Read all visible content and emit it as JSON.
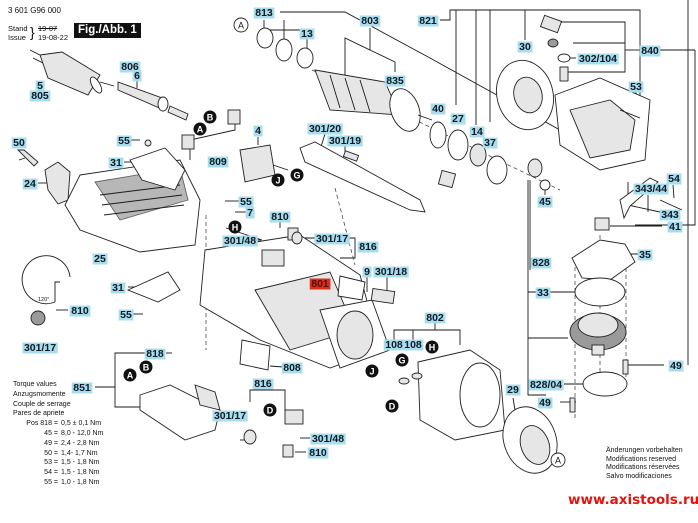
{
  "header": {
    "part_number": "3 601 G96 000",
    "stand_label": "Stand",
    "issue_label": "Issue",
    "stand_value": "19-07",
    "issue_value": "19-08-22",
    "figure_label": "Fig./Abb. 1"
  },
  "callouts": [
    {
      "id": "813",
      "text": "813"
    },
    {
      "id": "13",
      "text": "13"
    },
    {
      "id": "803",
      "text": "803"
    },
    {
      "id": "835",
      "text": "835"
    },
    {
      "id": "821",
      "text": "821"
    },
    {
      "id": "30",
      "text": "30"
    },
    {
      "id": "840",
      "text": "840"
    },
    {
      "id": "302-104",
      "text": "302/104"
    },
    {
      "id": "53",
      "text": "53"
    },
    {
      "id": "40",
      "text": "40"
    },
    {
      "id": "27",
      "text": "27"
    },
    {
      "id": "14",
      "text": "14"
    },
    {
      "id": "37",
      "text": "37"
    },
    {
      "id": "45",
      "text": "45"
    },
    {
      "id": "343-44",
      "text": "343/44"
    },
    {
      "id": "54",
      "text": "54"
    },
    {
      "id": "343",
      "text": "343"
    },
    {
      "id": "41",
      "text": "41"
    },
    {
      "id": "35",
      "text": "35"
    },
    {
      "id": "828",
      "text": "828"
    },
    {
      "id": "33",
      "text": "33"
    },
    {
      "id": "49a",
      "text": "49"
    },
    {
      "id": "828-04",
      "text": "828/04"
    },
    {
      "id": "49b",
      "text": "49"
    },
    {
      "id": "29",
      "text": "29"
    },
    {
      "id": "806",
      "text": "806"
    },
    {
      "id": "6",
      "text": "6"
    },
    {
      "id": "5",
      "text": "5"
    },
    {
      "id": "805",
      "text": "805"
    },
    {
      "id": "50",
      "text": "50"
    },
    {
      "id": "55a",
      "text": "55"
    },
    {
      "id": "31a",
      "text": "31"
    },
    {
      "id": "24",
      "text": "24"
    },
    {
      "id": "809",
      "text": "809"
    },
    {
      "id": "4",
      "text": "4"
    },
    {
      "id": "301-20",
      "text": "301/20"
    },
    {
      "id": "301-19",
      "text": "301/19"
    },
    {
      "id": "55b",
      "text": "55"
    },
    {
      "id": "7",
      "text": "7"
    },
    {
      "id": "810a",
      "text": "810"
    },
    {
      "id": "301-48a",
      "text": "301/48"
    },
    {
      "id": "301-17a",
      "text": "301/17"
    },
    {
      "id": "816a",
      "text": "816"
    },
    {
      "id": "25",
      "text": "25"
    },
    {
      "id": "9",
      "text": "9"
    },
    {
      "id": "301-18",
      "text": "301/18"
    },
    {
      "id": "801",
      "text": "801",
      "highlight": true
    },
    {
      "id": "31b",
      "text": "31"
    },
    {
      "id": "55c",
      "text": "55"
    },
    {
      "id": "810b",
      "text": "810"
    },
    {
      "id": "301-17b",
      "text": "301/17"
    },
    {
      "id": "802",
      "text": "802"
    },
    {
      "id": "108a",
      "text": "108"
    },
    {
      "id": "108b",
      "text": "108"
    },
    {
      "id": "818",
      "text": "818"
    },
    {
      "id": "851",
      "text": "851"
    },
    {
      "id": "808",
      "text": "808"
    },
    {
      "id": "816b",
      "text": "816"
    },
    {
      "id": "301-17c",
      "text": "301/17"
    },
    {
      "id": "301-48b",
      "text": "301/48"
    },
    {
      "id": "810c",
      "text": "810"
    }
  ],
  "reference_markers": {
    "A": "A",
    "B": "B",
    "D": "D",
    "G": "G",
    "H": "H",
    "J": "J"
  },
  "angle_note": "120°",
  "torque": {
    "title_lines": [
      "Torque values",
      "Anzugsmomente",
      "Couple de serrage",
      "Pares de apriete"
    ],
    "rows": [
      {
        "pos": "Pos 818 =",
        "value": "0,5 ± 0,1 Nm"
      },
      {
        "pos": "45 =",
        "value": "8,0 - 12,0 Nm"
      },
      {
        "pos": "49 =",
        "value": "2,4 - 2,8 Nm"
      },
      {
        "pos": "50 =",
        "value": "1,4- 1,7 Nm"
      },
      {
        "pos": "53 =",
        "value": "1,5 - 1,8 Nm"
      },
      {
        "pos": "54 =",
        "value": "1,5 - 1,8 Nm"
      },
      {
        "pos": "55 =",
        "value": "1,0 - 1,8 Nm"
      }
    ]
  },
  "notes": [
    "Änderungen vorbehalten",
    "Modifications reserved",
    "Modifications réservées",
    "Salvo modificaciones"
  ],
  "watermark": "www.axistools.ru",
  "colors": {
    "label_bg": "#a9dcec",
    "label_highlight": "#d9301c",
    "watermark": "#e3130f"
  }
}
